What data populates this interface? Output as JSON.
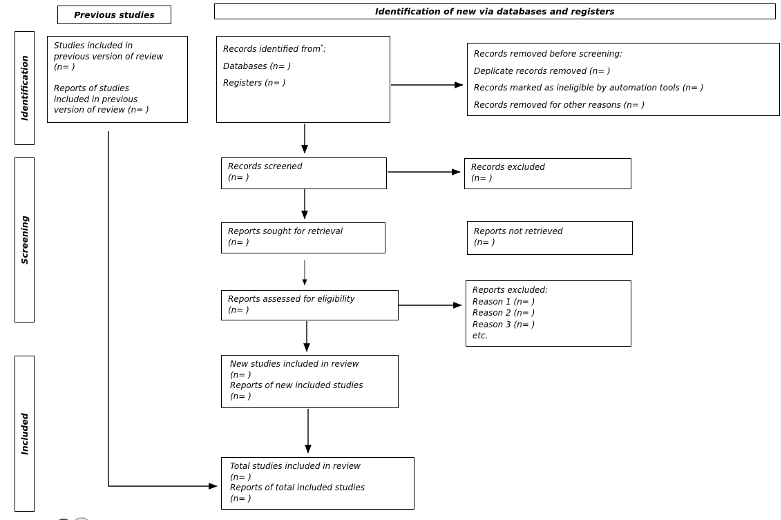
{
  "page": {
    "background": "#ffffff",
    "line_color": "#000000"
  },
  "headers": {
    "previous_studies": "Previous studies",
    "main": "Identification of new via databases and registers"
  },
  "sidebar": {
    "identification": "Identification",
    "screening": "Screening",
    "included": "Included"
  },
  "boxes": {
    "previous_included": {
      "lines": [
        "Studies included in",
        "previous version of review",
        "(n= )",
        "",
        "Reports of studies",
        "included in previous",
        "version of review (n= )"
      ]
    },
    "records_identified": {
      "lead": "Records identified from",
      "sup": "*",
      "trail": ":",
      "lines": [
        "Databases (n= )",
        "Registers (n= )"
      ]
    },
    "records_removed": {
      "lines": [
        "Records removed before screening:",
        "Deplicate records removed (n= )",
        "Records marked as ineligible by automation tools (n= )",
        "Records removed for other reasons (n= )"
      ]
    },
    "records_screened": {
      "lines": [
        "Records screened",
        "(n= )"
      ]
    },
    "records_excluded": {
      "lines": [
        "Records excluded",
        "(n= )"
      ]
    },
    "reports_sought": {
      "lines": [
        "Reports sought for retrieval",
        "(n= )"
      ]
    },
    "reports_not_retrieved": {
      "lines": [
        "Reports not retrieved",
        "(n= )"
      ]
    },
    "reports_assessed": {
      "lines": [
        "Reports assessed for eligibility",
        "(n= )"
      ]
    },
    "reports_excluded": {
      "lines": [
        "Reports excluded:",
        "Reason 1 (n= )",
        "Reason 2 (n= )",
        "Reason 3 (n= )",
        "etc."
      ]
    },
    "new_studies": {
      "lines": [
        "New studies included in review",
        "(n= )",
        "Reports of new included studies",
        "(n= )"
      ]
    },
    "total_studies": {
      "lines": [
        "Total studies included in review",
        "(n= )",
        "Reports of total included studies",
        "(n= )"
      ]
    }
  }
}
